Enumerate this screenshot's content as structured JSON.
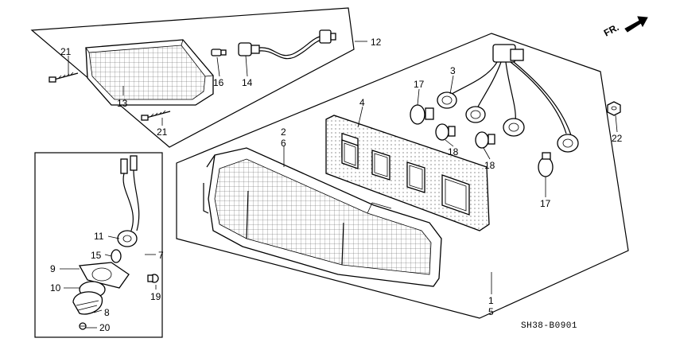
{
  "diagram_code": "SH38-B0901",
  "direction_label": "FR.",
  "callouts": {
    "c1": "1",
    "c2": "2",
    "c3": "3",
    "c4": "4",
    "c5": "5",
    "c6": "6",
    "c7": "7",
    "c8": "8",
    "c9": "9",
    "c10": "10",
    "c11": "11",
    "c12": "12",
    "c13": "13",
    "c14": "14",
    "c15": "15",
    "c16": "16",
    "c17a": "17",
    "c17b": "17",
    "c18a": "18",
    "c18b": "18",
    "c19": "19",
    "c20": "20",
    "c21a": "21",
    "c21b": "21",
    "c22": "22"
  }
}
